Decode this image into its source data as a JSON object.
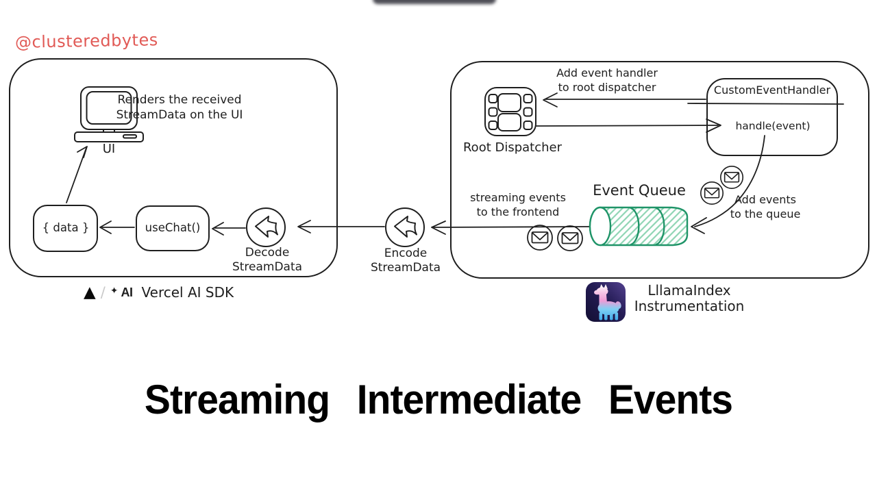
{
  "watermark": "@clusteredbytes",
  "title": "Streaming Intermediate Events",
  "icons": {
    "vercel_triangle": "▲",
    "divider_slash": "/",
    "ai_sdk_sparkle": "✦",
    "ai_sdk_wordmark": "AI"
  },
  "left_panel": {
    "note_line1": "Renders the received",
    "note_line2": "StreamData on the UI",
    "ui_label": "UI",
    "data_node": "{ data }",
    "usechat_node": "useChat()",
    "decode_label_line1": "Decode",
    "decode_label_line2": "StreamData",
    "caption_text": "Vercel AI SDK"
  },
  "middle": {
    "encode_label_line1": "Encode",
    "encode_label_line2": "StreamData"
  },
  "right_panel": {
    "add_handler_line1": "Add event handler",
    "add_handler_line2": "to root dispatcher",
    "handler_title": "CustomEventHandler",
    "handler_method": "handle(event)",
    "root_dispatcher_label": "Root Dispatcher",
    "queue_label": "Event Queue",
    "streaming_line1": "streaming events",
    "streaming_line2": "to the frontend",
    "add_events_line1": "Add events",
    "add_events_line2": "to the queue",
    "caption_line1": "LllamaIndex",
    "caption_line2": "Instrumentation"
  },
  "colors": {
    "ink": "#1e1e1e",
    "queue_green": "#1f9468",
    "queue_hatch_green": "#8fd5b4",
    "watermark_red": "#e15a56",
    "llama_badge_dark": "#130f33",
    "llama_badge_light": "#53418f"
  }
}
